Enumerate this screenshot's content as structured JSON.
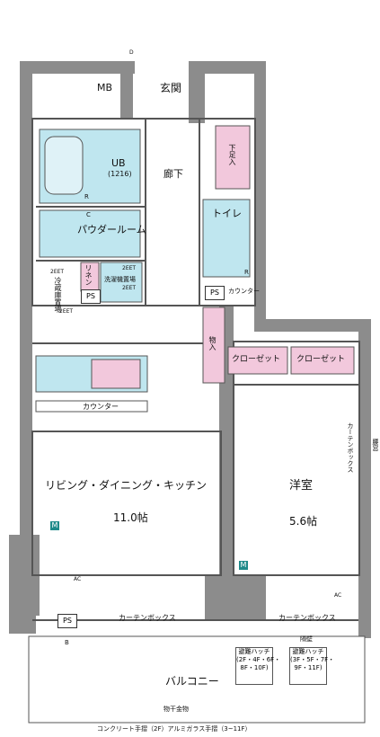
{
  "rooms": {
    "mb": "MB",
    "entrance": "玄関",
    "shoe_storage": "下足入",
    "corridor": "廊下",
    "ub": "UB",
    "ub_size": "(1216)",
    "toilet": "トイレ",
    "powder_room": "パウダールーム",
    "linen": "リネン",
    "washer": "洗濯機置場",
    "fridge": "冷蔵庫置場",
    "storage": "物入",
    "closet_1": "クローゼット",
    "closet_2": "クローゼット",
    "ldk": "リビング・ダイニング・キッチン",
    "ldk_size": "11.0帖",
    "western": "洋室",
    "western_size": "5.6帖",
    "balcony": "バルコニー"
  },
  "labels": {
    "counter_toilet": "カウンター",
    "counter_kitchen": "カウンター",
    "curtain_box_left": "カーテンボックス",
    "curtain_box_right": "カーテンボックス",
    "curtain_box_side": "カーテンボックス",
    "ps_1": "PS",
    "ps_2": "PS",
    "ps_3": "PS",
    "m_1": "M",
    "m_2": "M",
    "reverse_1": "2EET",
    "reverse_2": "2EET",
    "reverse_3": "2EET",
    "fridge_note": "2EET",
    "ac_1": "AC",
    "ac_2": "AC",
    "hatch_left": "避難ハッチ\n(2F・4F・6F・\n8F・10F)",
    "hatch_right": "避難ハッチ\n(3F・5F・7F・\n9F・11F)",
    "partition": "隔壁",
    "drying": "物干金物",
    "rail_note": "コンクリート手摺（2F）アルミガラス手摺（3~11F）",
    "window_side": "腰窓",
    "d_mark": "D",
    "r_mark_1": "R",
    "r_mark_2": "R",
    "c_mark": "C",
    "b_mark": "B"
  }
}
